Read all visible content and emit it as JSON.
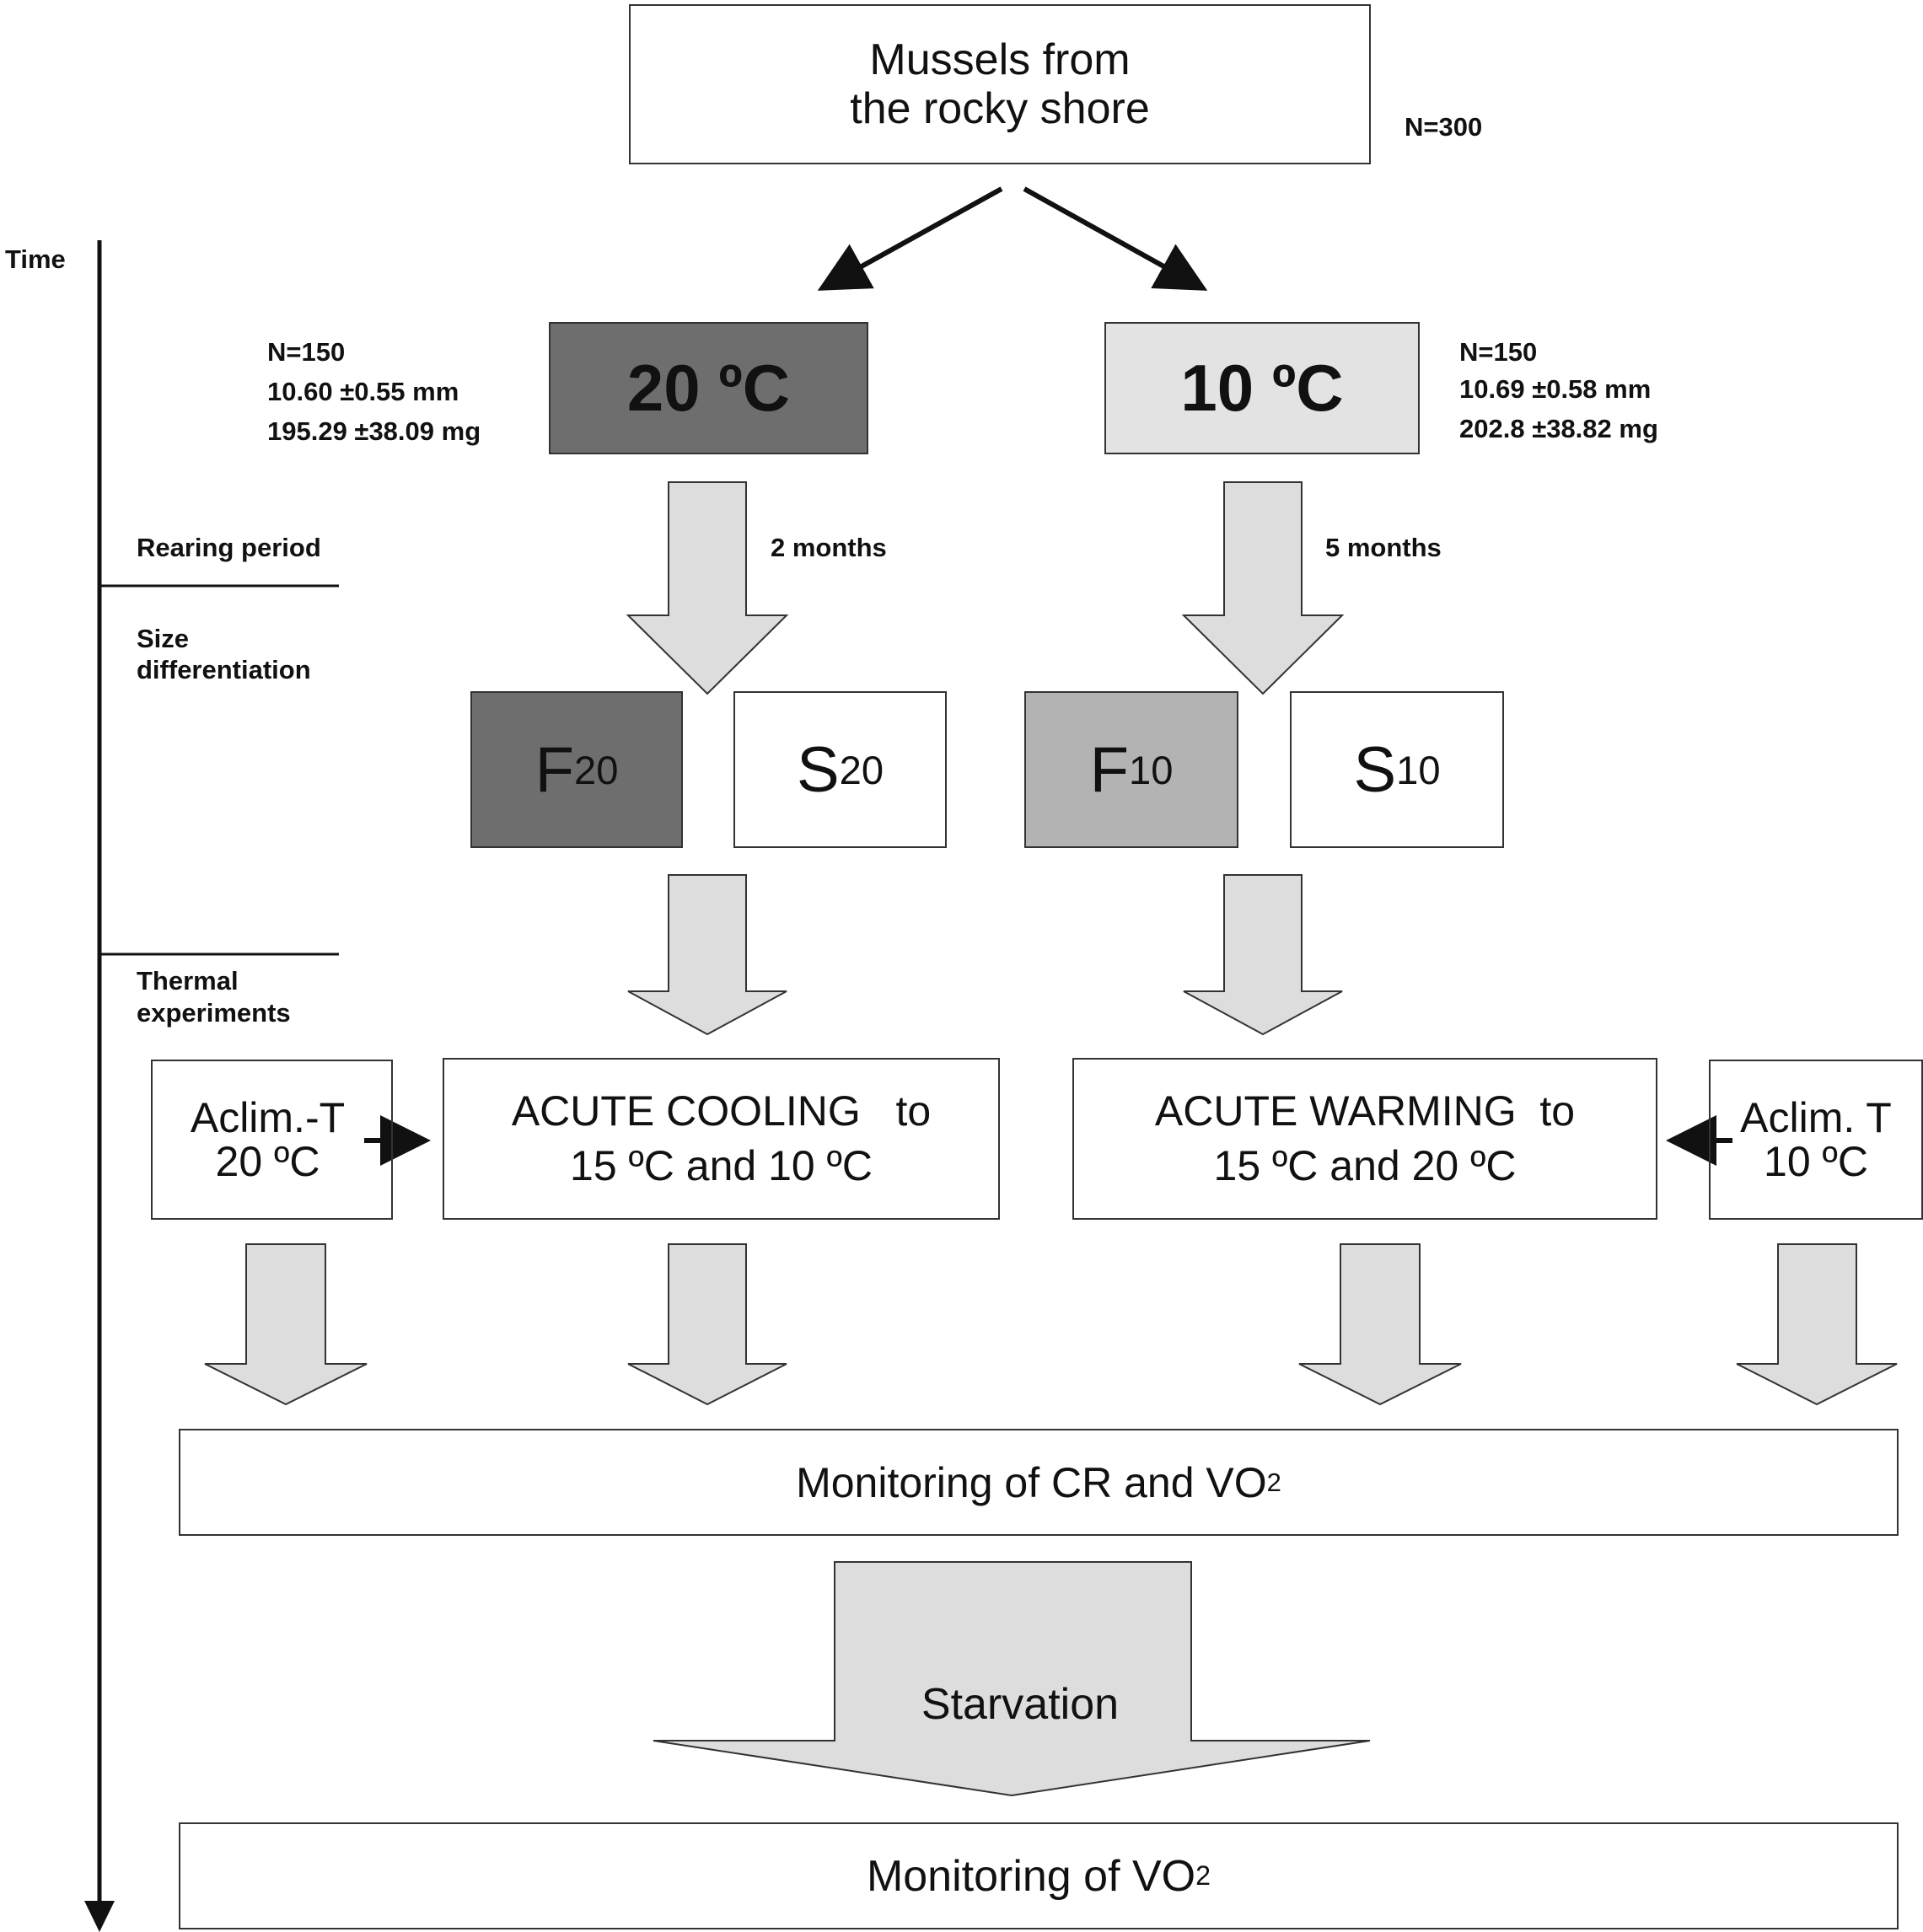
{
  "top": {
    "title_line1": "Mussels from",
    "title_line2": "the rocky shore",
    "n": "N=300"
  },
  "time_axis": {
    "label": "Time"
  },
  "phases": {
    "rearing": "Rearing period",
    "size_line1": "Size",
    "size_line2": "differentiation",
    "thermal_line1": "Thermal",
    "thermal_line2": "experiments"
  },
  "group20": {
    "label": "20 ºC",
    "n": "N=150",
    "size": "10.60 ±0.55 mm",
    "weight": "195.29 ±38.09 mg",
    "duration": "2 months",
    "fast_letter": "F",
    "fast_sub": "20",
    "slow_letter": "S",
    "slow_sub": "20"
  },
  "group10": {
    "label": "10 ºC",
    "n": "N=150",
    "size": "10.69 ±0.58  mm",
    "weight": "202.8 ±38.82  mg",
    "duration": "5 months",
    "fast_letter": "F",
    "fast_sub": "10",
    "slow_letter": "S",
    "slow_sub": "10"
  },
  "experiments": {
    "aclim_left_line1": "Aclim.-T",
    "aclim_left_line2": "20 ºC",
    "cooling_line1": "ACUTE COOLING   to",
    "cooling_line2": "15 ºC and 10 ºC",
    "warming_line1": "ACUTE WARMING  to",
    "warming_line2": "15 ºC and 20 ºC",
    "aclim_right_line1": "Aclim. T",
    "aclim_right_line2": "10 ºC"
  },
  "monitoring1": {
    "text": "Monitoring of CR and VO",
    "sub": "2"
  },
  "starvation": "Starvation",
  "monitoring2": {
    "text": "Monitoring of VO",
    "sub": "2"
  },
  "colors": {
    "dark_gray": "#6e6e6e",
    "mid_gray": "#b3b3b3",
    "light_gray": "#e3e3e3",
    "arrow_fill": "#dddddd",
    "stroke": "#333333"
  }
}
